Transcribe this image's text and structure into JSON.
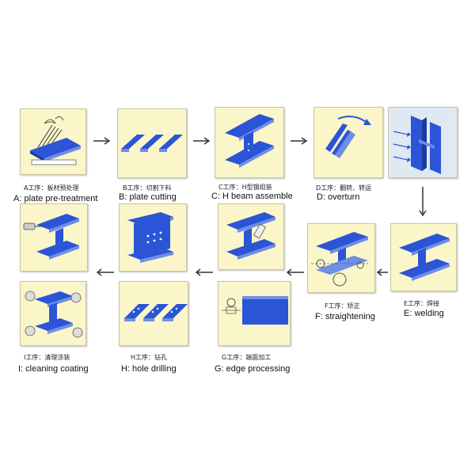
{
  "steps": {
    "A": {
      "zh": "A工序：板材预处理",
      "en": "A: plate pre-treatment"
    },
    "B": {
      "zh": "B工序：切割下料",
      "en": "B: plate cutting"
    },
    "C": {
      "zh": "C工序：H型钢组装",
      "en": "C: H beam assemble"
    },
    "D": {
      "zh": "D工序：翻转、转运",
      "en": "D: overturn"
    },
    "E": {
      "zh": "E工序：焊接",
      "en": "E: welding"
    },
    "F": {
      "zh": "F工序：矫正",
      "en": "F: straightening"
    },
    "G": {
      "zh": "G工序：端面加工",
      "en": "G: edge processing"
    },
    "H": {
      "zh": "H工序：钻孔",
      "en": "H: hole drilling"
    },
    "I": {
      "zh": "I工序：清理涂装",
      "en": "I: cleaning coating"
    }
  },
  "colors": {
    "panel_bg": "#fbf6c9",
    "steel_blue": "#2b55d6",
    "steel_light": "#6f8ee6",
    "arrow": "#333333"
  }
}
